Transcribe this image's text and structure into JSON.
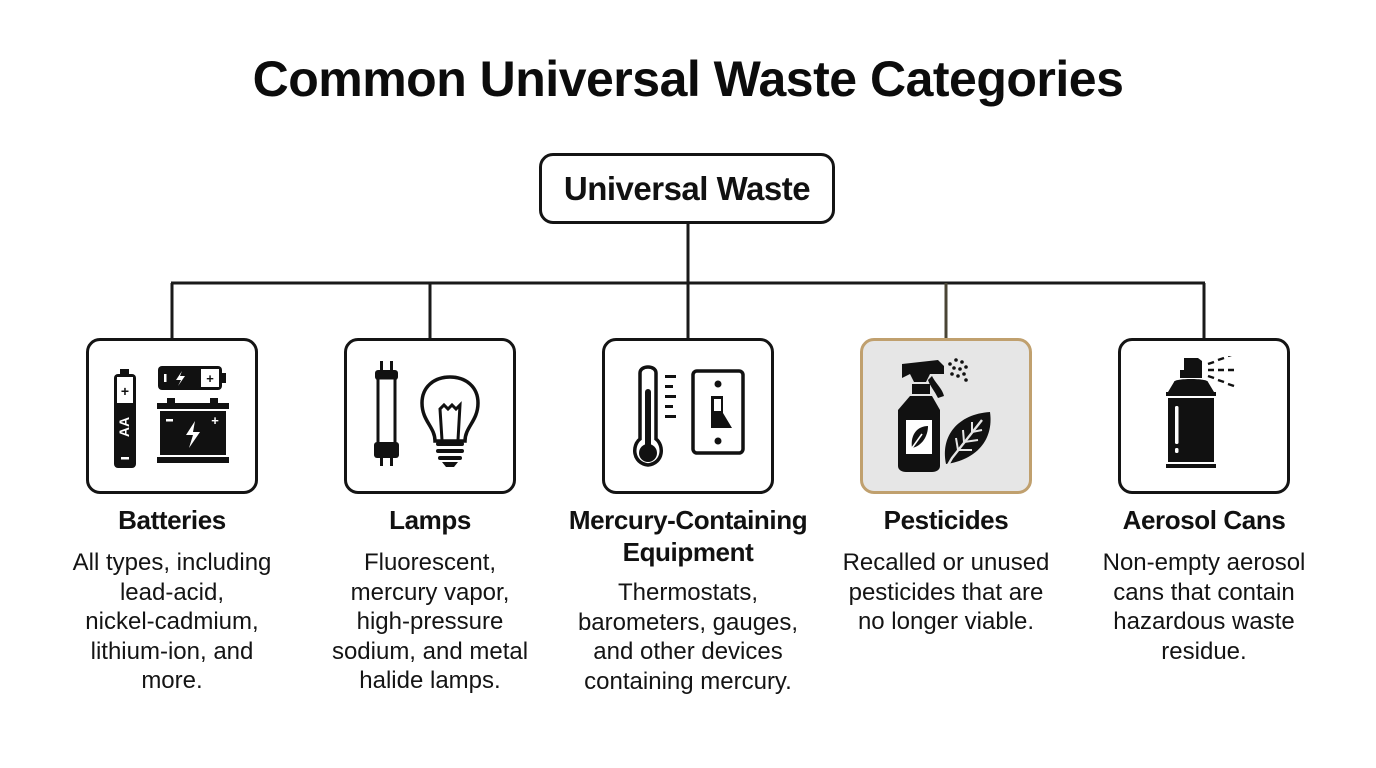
{
  "title": "Common Universal Waste Categories",
  "root": {
    "label": "Universal Waste"
  },
  "colors": {
    "line": "#1a1a1a",
    "highlight_fill": "#e6e6e6",
    "highlight_border": "#c0a06e"
  },
  "categories": [
    {
      "title": "Batteries",
      "icon": "batteries-icon",
      "description": "All types, including\nlead-acid,\nnickel-cadmium,\nlithium-ion, and\nmore.",
      "highlighted": false
    },
    {
      "title": "Lamps",
      "icon": "lamps-icon",
      "description": "Fluorescent,\nmercury vapor,\nhigh-pressure\nsodium, and metal\nhalide lamps.",
      "highlighted": false
    },
    {
      "title": "Mercury-Containing\nEquipment",
      "icon": "thermometer-switch-icon",
      "description": "Thermostats,\nbarometers, gauges,\nand other devices\ncontaining mercury.",
      "highlighted": false
    },
    {
      "title": "Pesticides",
      "icon": "spray-bottle-leaf-icon",
      "description": "Recalled or unused\npesticides that are\nno longer viable.",
      "highlighted": true
    },
    {
      "title": "Aerosol Cans",
      "icon": "aerosol-can-icon",
      "description": "Non-empty aerosol\ncans that contain\nhazardous waste\nresidue.",
      "highlighted": false
    }
  ]
}
